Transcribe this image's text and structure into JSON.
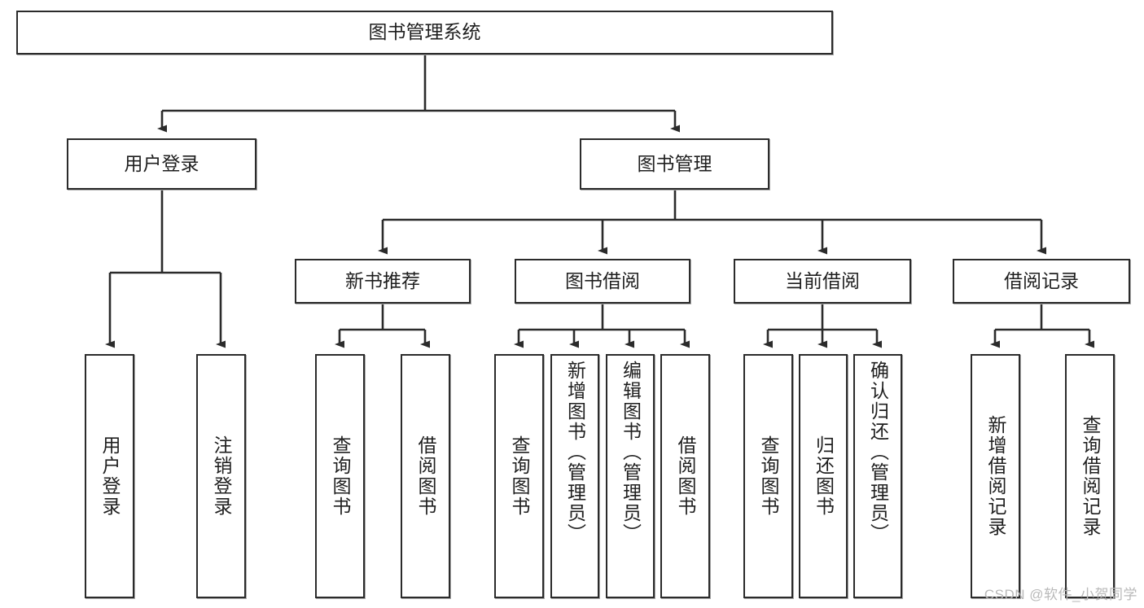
{
  "diagram": {
    "title": "图书管理系统",
    "type": "tree-hierarchy",
    "root": {
      "id": "root",
      "label": "图书管理系统"
    },
    "level1": [
      {
        "id": "user-login",
        "label": "用户登录"
      },
      {
        "id": "book-manage",
        "label": "图书管理"
      }
    ],
    "level2": [
      {
        "id": "new-book-rec",
        "label": "新书推荐",
        "parent": "book-manage"
      },
      {
        "id": "book-borrow",
        "label": "图书借阅",
        "parent": "book-manage"
      },
      {
        "id": "current-borrow",
        "label": "当前借阅",
        "parent": "book-manage"
      },
      {
        "id": "borrow-record",
        "label": "借阅记录",
        "parent": "book-manage"
      }
    ],
    "leaves": [
      {
        "id": "leaf-user-login",
        "label": "用户登录",
        "parent": "user-login"
      },
      {
        "id": "leaf-logout",
        "label": "注销登录",
        "parent": "user-login"
      },
      {
        "id": "leaf-query-book-1",
        "label": "查询图书",
        "parent": "new-book-rec"
      },
      {
        "id": "leaf-borrow-book-1",
        "label": "借阅图书",
        "parent": "new-book-rec"
      },
      {
        "id": "leaf-query-book-2",
        "label": "查询图书",
        "parent": "book-borrow"
      },
      {
        "id": "leaf-add-book",
        "label": "新增图书（管理员）",
        "parent": "book-borrow"
      },
      {
        "id": "leaf-edit-book",
        "label": "编辑图书（管理员）",
        "parent": "book-borrow"
      },
      {
        "id": "leaf-borrow-book-2",
        "label": "借阅图书",
        "parent": "book-borrow"
      },
      {
        "id": "leaf-query-book-3",
        "label": "查询图书",
        "parent": "current-borrow"
      },
      {
        "id": "leaf-return-book",
        "label": "归还图书",
        "parent": "current-borrow"
      },
      {
        "id": "leaf-confirm-return",
        "label": "确认归还（管理员）",
        "parent": "current-borrow"
      },
      {
        "id": "leaf-add-record",
        "label": "新增借阅记录",
        "parent": "borrow-record"
      },
      {
        "id": "leaf-query-record",
        "label": "查询借阅记录",
        "parent": "borrow-record"
      }
    ]
  },
  "watermark": {
    "text": "CSDN @软件_小贺同学"
  },
  "colors": {
    "stroke": "#2b2b2b",
    "fill": "#ffffff",
    "text": "#1f1f1f",
    "watermark": "#b9b9b9"
  }
}
